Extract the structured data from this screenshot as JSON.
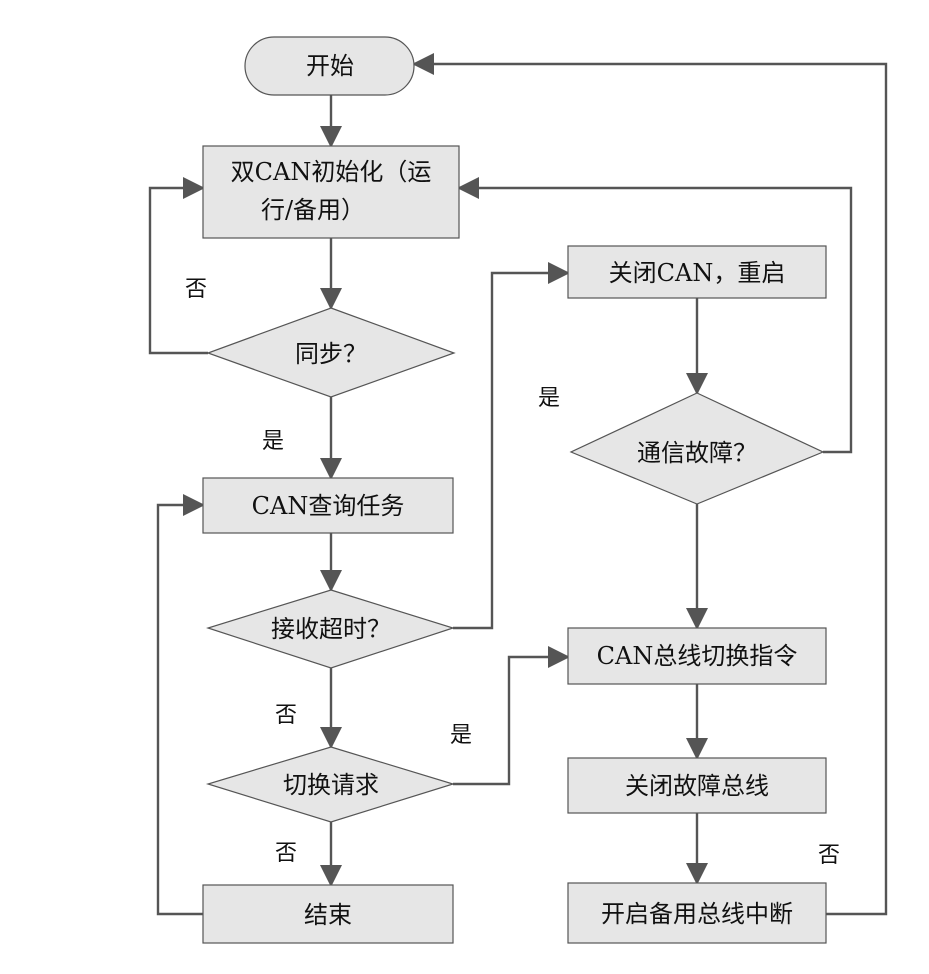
{
  "diagram": {
    "nodes": {
      "start": "开始",
      "init_line1": "双CAN初始化（运",
      "init_line2": "行/备用）",
      "sync": "同步？",
      "query": "CAN查询任务",
      "timeout": "接收超时？",
      "switch_req": "切换请求",
      "end": "结束",
      "close_restart": "关闭CAN，重启",
      "comm_fault": "通信故障？",
      "bus_switch_cmd": "CAN总线切换指令",
      "close_fault_bus": "关闭故障总线",
      "open_backup_irq": "开启备用总线中断"
    },
    "edge_labels": {
      "sync_no": "否",
      "sync_yes": "是",
      "timeout_yes": "是",
      "timeout_no": "否",
      "switch_yes": "是",
      "switch_no": "否",
      "fault_no": "否"
    }
  }
}
